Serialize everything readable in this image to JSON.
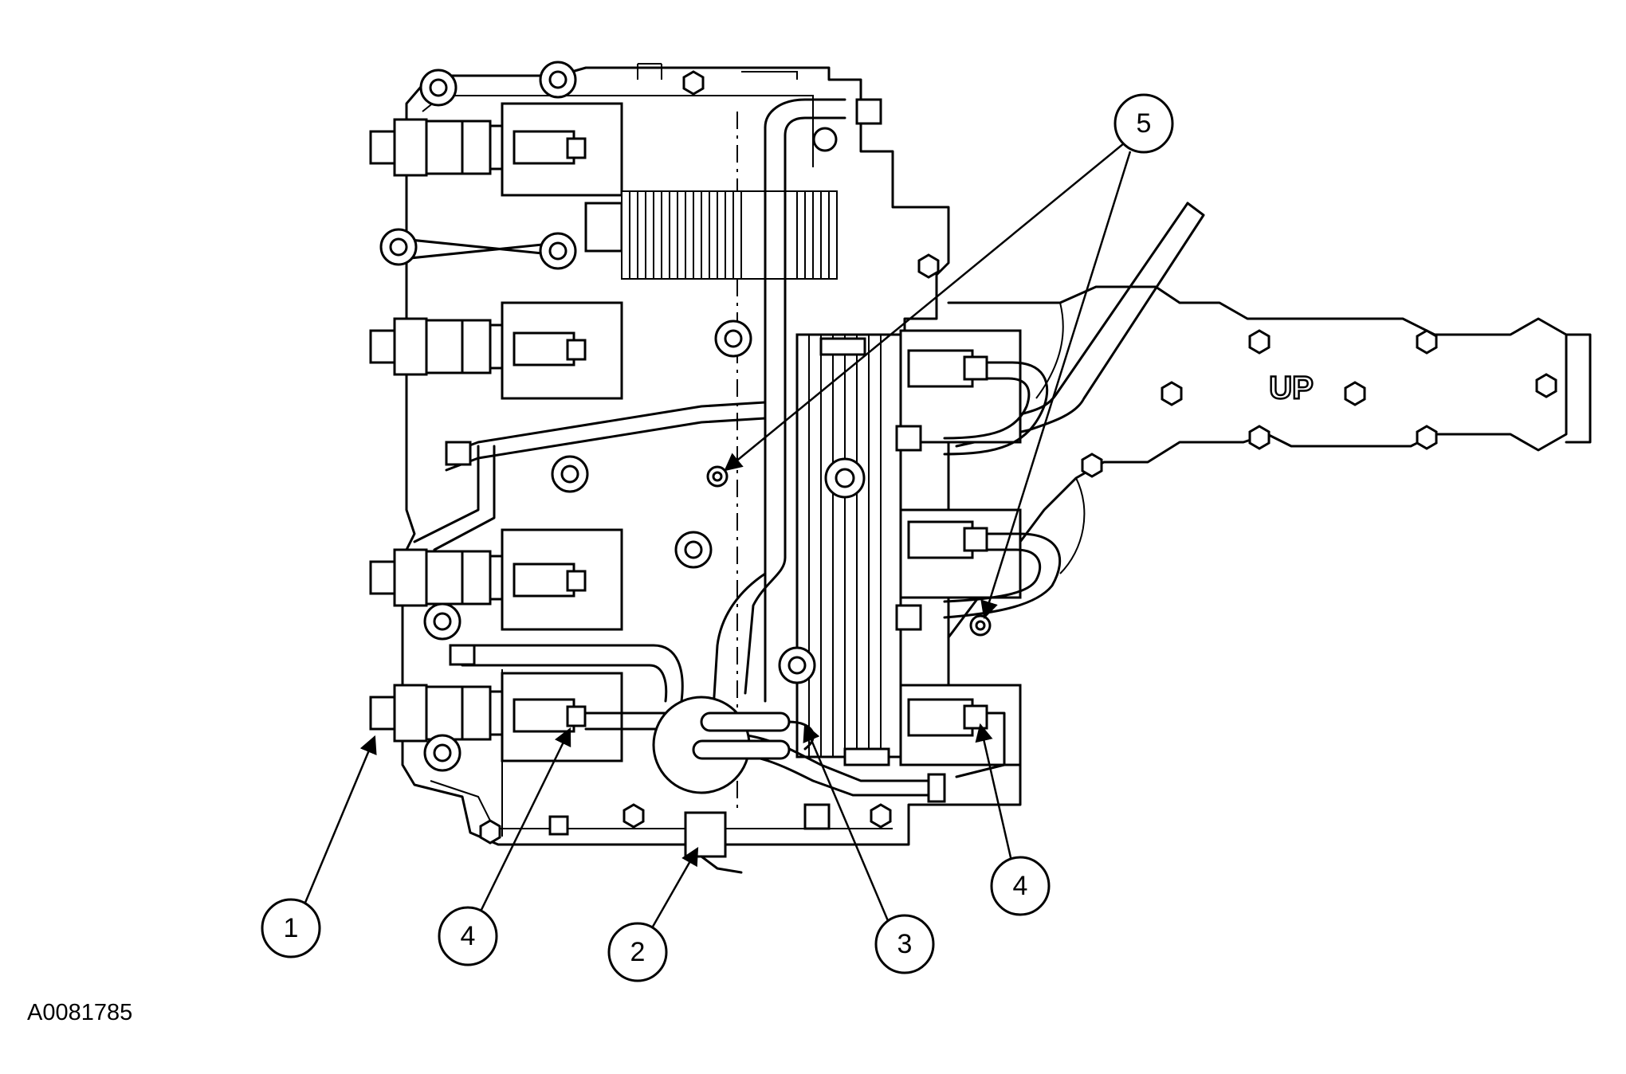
{
  "figure": {
    "id_label": "A0081785",
    "part_label": "UP"
  },
  "callouts": [
    {
      "number": "1",
      "meaning": ""
    },
    {
      "number": "2",
      "meaning": ""
    },
    {
      "number": "3",
      "meaning": ""
    },
    {
      "number": "4",
      "meaning": ""
    },
    {
      "number": "4",
      "meaning": ""
    },
    {
      "number": "5",
      "meaning": ""
    }
  ]
}
